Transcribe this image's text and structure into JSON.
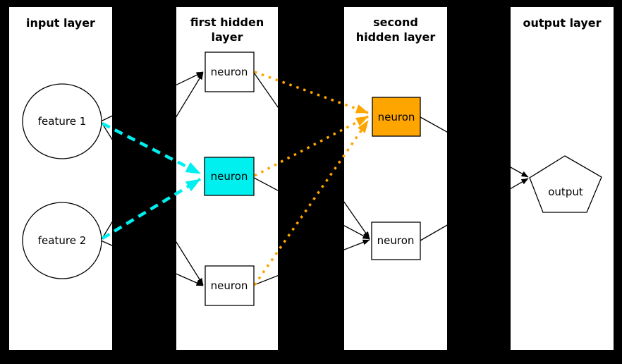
{
  "figure": {
    "type": "neural-network-diagram",
    "background_color": "#000000",
    "panel_color": "#ffffff"
  },
  "colors": {
    "edge_black": "#000000",
    "highlight_cyan": "#00f0f0",
    "highlight_orange": "#ffa500",
    "node_white": "#ffffff",
    "text": "#000000"
  },
  "panels": [
    {
      "id": "input-layer",
      "title": "input layer",
      "title_lines": [
        "input layer",
        ""
      ]
    },
    {
      "id": "first-hidden-layer",
      "title": "first hidden layer",
      "title_lines": [
        "first hidden",
        "layer"
      ]
    },
    {
      "id": "second-hidden-layer",
      "title": "second hidden layer",
      "title_lines": [
        "second",
        "hidden layer"
      ]
    },
    {
      "id": "output-layer",
      "title": "output layer",
      "title_lines": [
        "output layer",
        ""
      ]
    }
  ],
  "nodes": {
    "feature1": {
      "label": "feature 1",
      "shape": "ellipse",
      "fill": "#ffffff",
      "layer": "input layer"
    },
    "feature2": {
      "label": "feature 2",
      "shape": "ellipse",
      "fill": "#ffffff",
      "layer": "input layer"
    },
    "hidden1_top": {
      "label": "neuron",
      "shape": "rect",
      "fill": "#ffffff",
      "layer": "first hidden layer"
    },
    "hidden1_mid": {
      "label": "neuron",
      "shape": "rect",
      "fill": "#00f0f0",
      "layer": "first hidden layer",
      "highlighted": "cyan"
    },
    "hidden1_bot": {
      "label": "neuron",
      "shape": "rect",
      "fill": "#ffffff",
      "layer": "first hidden layer"
    },
    "hidden2_top": {
      "label": "neuron",
      "shape": "rect",
      "fill": "#ffa500",
      "layer": "second hidden layer",
      "highlighted": "orange"
    },
    "hidden2_bot": {
      "label": "neuron",
      "shape": "rect",
      "fill": "#ffffff",
      "layer": "second hidden layer"
    },
    "output": {
      "label": "output",
      "shape": "pentagon",
      "fill": "#ffffff",
      "layer": "output layer"
    }
  },
  "edges": [
    {
      "from": "feature 1",
      "to": "first hidden layer top neuron",
      "style": "solid",
      "color": "black"
    },
    {
      "from": "feature 1",
      "to": "first hidden layer middle neuron",
      "style": "dashed",
      "color": "cyan"
    },
    {
      "from": "feature 1",
      "to": "first hidden layer bottom neuron",
      "style": "solid",
      "color": "black"
    },
    {
      "from": "feature 2",
      "to": "first hidden layer top neuron",
      "style": "solid",
      "color": "black"
    },
    {
      "from": "feature 2",
      "to": "first hidden layer middle neuron",
      "style": "dashed",
      "color": "cyan"
    },
    {
      "from": "feature 2",
      "to": "first hidden layer bottom neuron",
      "style": "solid",
      "color": "black"
    },
    {
      "from": "first hidden layer top neuron",
      "to": "second hidden layer top neuron",
      "style": "dotted",
      "color": "orange"
    },
    {
      "from": "first hidden layer top neuron",
      "to": "second hidden layer bottom neuron",
      "style": "solid",
      "color": "black"
    },
    {
      "from": "first hidden layer middle neuron",
      "to": "second hidden layer top neuron",
      "style": "dotted",
      "color": "orange"
    },
    {
      "from": "first hidden layer middle neuron",
      "to": "second hidden layer bottom neuron",
      "style": "solid",
      "color": "black"
    },
    {
      "from": "first hidden layer bottom neuron",
      "to": "second hidden layer top neuron",
      "style": "dotted",
      "color": "orange"
    },
    {
      "from": "first hidden layer bottom neuron",
      "to": "second hidden layer bottom neuron",
      "style": "solid",
      "color": "black"
    },
    {
      "from": "second hidden layer top neuron",
      "to": "output",
      "style": "solid",
      "color": "black"
    },
    {
      "from": "second hidden layer bottom neuron",
      "to": "output",
      "style": "solid",
      "color": "black"
    }
  ]
}
